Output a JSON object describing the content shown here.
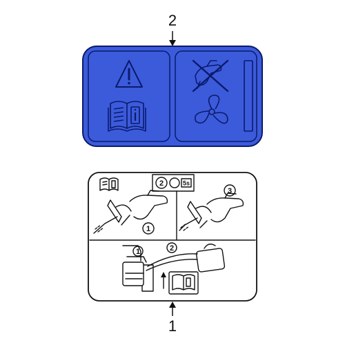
{
  "diagram": {
    "colors": {
      "label_fill": "#3b5bdb",
      "label_outline": "#0b1a6b",
      "line": "#111111",
      "background": "#ffffff"
    },
    "callouts": [
      {
        "id": "top",
        "number": "2"
      },
      {
        "id": "bottom",
        "number": "1"
      }
    ],
    "part_2": {
      "left_panel_icons": [
        "warning-triangle-icon",
        "read-manual-icon"
      ],
      "right_panel_icons": [
        "no-fuel-nozzle-icon",
        "fan-icon",
        "vertical-bar-icon"
      ]
    },
    "part_1": {
      "top_header": {
        "step": "2",
        "suffix": "5s"
      },
      "panel_left": {
        "step": "1"
      },
      "panel_right": {
        "step": "3"
      },
      "bottom": {
        "step_a": "1",
        "step_b": "2"
      }
    }
  }
}
